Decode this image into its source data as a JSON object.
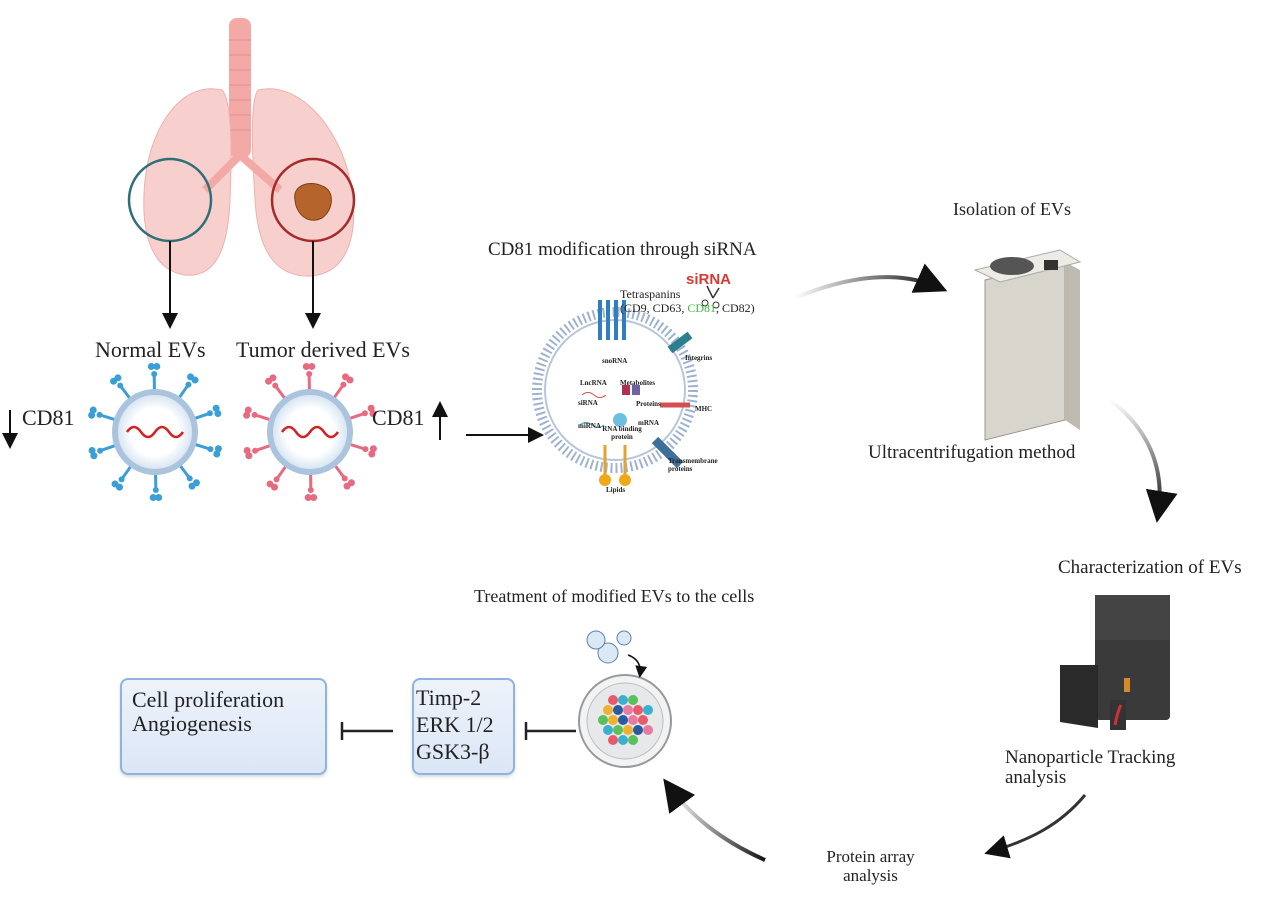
{
  "labels": {
    "normal_evs": "Normal EVs",
    "tumor_evs": "Tumor derived EVs",
    "cd81_left": "CD81",
    "cd81_right": "CD81",
    "modification_title": "CD81 modification through siRNA",
    "sirna": "siRNA",
    "tetraspanins": "Tetraspanins",
    "tetraspanins_list_prefix": "(CD9, CD63, ",
    "tetraspanins_list_cd81": "CD81",
    "tetraspanins_list_suffix": ", CD82)",
    "isolation": "Isolation of EVs",
    "ultracentrifugation": "Ultracentrifugation method",
    "characterization": "Characterization of EVs",
    "nta_line1": "Nanoparticle Tracking",
    "nta_line2": "analysis",
    "protein_array_line1": "Protein array",
    "protein_array_line2": "analysis",
    "treatment": "Treatment of modified EVs to the cells"
  },
  "ev_components": {
    "snorna": "snoRNA",
    "lncrna": "LncRNA",
    "sirna": "siRNA",
    "mirna": "miRNA",
    "metabolites": "Metabolites",
    "proteins": "Proteins",
    "rna_binding": "RNA binding protein",
    "mrna": "mRNA",
    "integrins": "Integrins",
    "mhc": "MHC",
    "transmembrane": "Transmembrane proteins",
    "lipids": "Lipids"
  },
  "outcome_box": [
    "Cell proliferation",
    "Angiogenesis"
  ],
  "marker_box": [
    "Timp-2",
    "ERK 1/2",
    "GSK3-β"
  ],
  "colors": {
    "normal_ev": "#3a9fd6",
    "tumor_ev": "#e86a80",
    "normal_circle": "#2f6f7a",
    "tumor_circle": "#a52a2a",
    "lung": "#f6c6c4",
    "sirna": "#d83a32",
    "cd81_highlight": "#3db83d",
    "box_border": "#8fb2df"
  }
}
